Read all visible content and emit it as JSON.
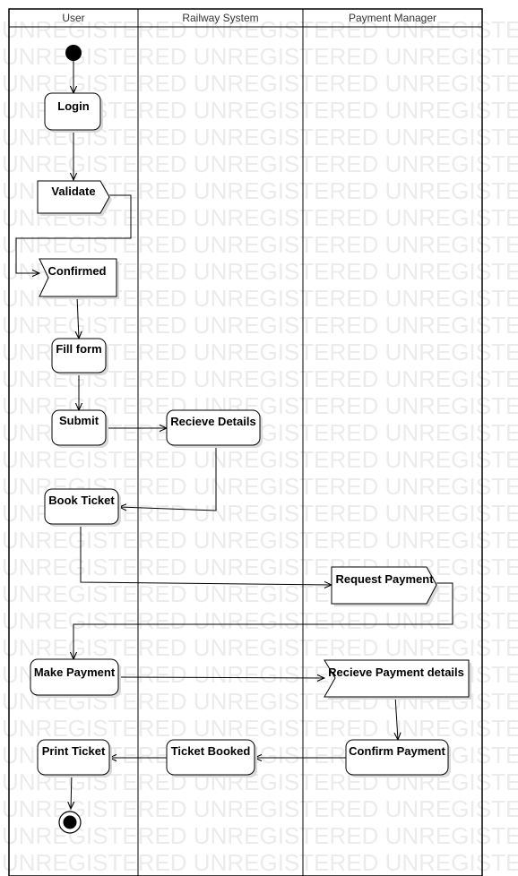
{
  "colors": {
    "background": "#ffffff",
    "stroke": "#000000",
    "watermark": "#ebebeb",
    "shadow": "#d9d9d9"
  },
  "watermark": {
    "text": "UNREGISTERED UNREGISTERED UNREGISTERED"
  },
  "lanes": [
    {
      "id": "user",
      "title": "User"
    },
    {
      "id": "railway",
      "title": "Railway System"
    },
    {
      "id": "payment",
      "title": "Payment Manager"
    }
  ],
  "nodes": {
    "start": {
      "kind": "initial",
      "icon": "initial-node-icon"
    },
    "login": {
      "label": "Login",
      "kind": "action"
    },
    "validate": {
      "label": "Validate",
      "kind": "send-signal"
    },
    "confirmed": {
      "label": "Confirmed",
      "kind": "accept-event"
    },
    "fill_form": {
      "label": "Fill form",
      "kind": "action"
    },
    "submit": {
      "label": "Submit",
      "kind": "action"
    },
    "recieve_details": {
      "label": "Recieve Details",
      "kind": "action"
    },
    "book_ticket": {
      "label": "Book Ticket",
      "kind": "action"
    },
    "request_payment": {
      "label": "Request Payment",
      "kind": "send-signal"
    },
    "make_payment": {
      "label": "Make Payment",
      "kind": "action"
    },
    "recieve_payment_details": {
      "label": "Recieve Payment details",
      "kind": "accept-event"
    },
    "confirm_payment": {
      "label": "Confirm Payment",
      "kind": "action"
    },
    "ticket_booked": {
      "label": "Ticket Booked",
      "kind": "action"
    },
    "print_ticket": {
      "label": "Print Ticket",
      "kind": "action"
    },
    "end": {
      "kind": "final",
      "icon": "final-node-icon"
    }
  },
  "edges": [
    [
      "start",
      "login"
    ],
    [
      "login",
      "validate"
    ],
    [
      "validate",
      "confirmed"
    ],
    [
      "confirmed",
      "fill_form"
    ],
    [
      "fill_form",
      "submit"
    ],
    [
      "submit",
      "recieve_details"
    ],
    [
      "recieve_details",
      "book_ticket"
    ],
    [
      "book_ticket",
      "request_payment"
    ],
    [
      "request_payment",
      "make_payment"
    ],
    [
      "make_payment",
      "recieve_payment_details"
    ],
    [
      "recieve_payment_details",
      "confirm_payment"
    ],
    [
      "confirm_payment",
      "ticket_booked"
    ],
    [
      "ticket_booked",
      "print_ticket"
    ],
    [
      "print_ticket",
      "end"
    ]
  ]
}
